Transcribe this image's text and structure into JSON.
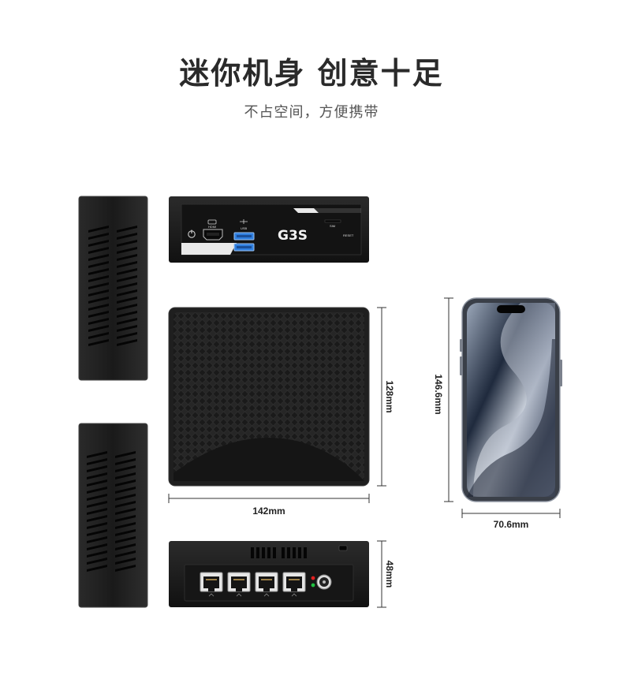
{
  "header": {
    "title": "迷你机身 创意十足",
    "subtitle": "不占空间，方便携带"
  },
  "device": {
    "brand": "G3S",
    "port_labels": {
      "hdmi": "HDMI",
      "usb": "USB",
      "sim": "SIM",
      "reset": "RESET"
    },
    "width_label": "142mm",
    "depth_label": "128mm",
    "height_label": "48mm"
  },
  "phone": {
    "height_label": "146.6mm",
    "width_label": "70.6mm"
  },
  "colors": {
    "chassis": "#1c1c1c",
    "chassis_edge": "#3a3a3a",
    "usb_blue": "#2f7fe0",
    "led_red": "#e02020",
    "led_green": "#20c040"
  }
}
